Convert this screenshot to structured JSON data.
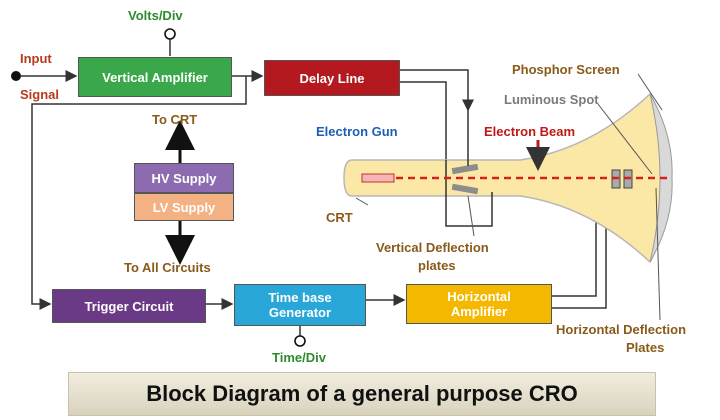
{
  "title": "Block Diagram of a general purpose CRO",
  "blocks": {
    "vertical_amplifier": "Vertical Amplifier",
    "delay_line": "Delay Line",
    "hv_supply": "HV Supply",
    "lv_supply": "LV Supply",
    "trigger_circuit": "Trigger Circuit",
    "time_base_generator": "Time base Generator",
    "horizontal_amplifier": "Horizontal Amplifier"
  },
  "labels": {
    "input": "Input",
    "signal": "Signal",
    "volts_div": "Volts/Div",
    "time_div": "Time/Div",
    "to_crt": "To CRT",
    "to_all_circuits": "To All Circuits",
    "crt": "CRT",
    "electron_gun": "Electron Gun",
    "electron_beam": "Electron Beam",
    "phosphor_screen": "Phosphor Screen",
    "luminous_spot": "Luminous Spot",
    "vertical_deflection": "Vertical Deflection",
    "vertical_deflection_2": "plates",
    "horizontal_deflection": "Horizontal Deflection",
    "horizontal_deflection_2": "Plates"
  },
  "colors": {
    "vertical_amplifier": "#3aa84a",
    "delay_line": "#b3191f",
    "hv_supply": "#8c6bb0",
    "lv_supply": "#f4b183",
    "trigger_circuit": "#6b3a86",
    "time_base_generator": "#2aa7d9",
    "horizontal_amplifier": "#f5b800",
    "crt_tube": "#fbe7a6",
    "beam": "#d62020"
  }
}
